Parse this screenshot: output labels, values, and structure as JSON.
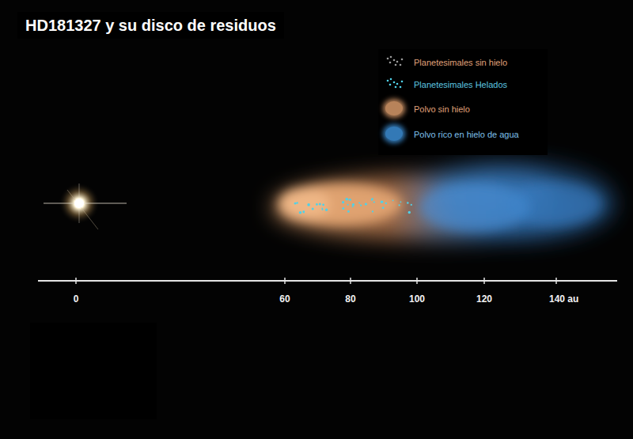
{
  "diagram": {
    "title": "HD181327 y su disco de residuos",
    "labels": [
      "0",
      "60",
      "80",
      "100",
      "120",
      "140 au"
    ],
    "legend": [
      {
        "text": "Planetesimales sin hielo"
      },
      {
        "text": "Planetesimales Helados"
      },
      {
        "text": "Polvo sin hielo",
        "color": "#d99a6a"
      },
      {
        "text": "Polvo rico en hielo de agua",
        "color": "#3d8fd6"
      }
    ]
  }
}
